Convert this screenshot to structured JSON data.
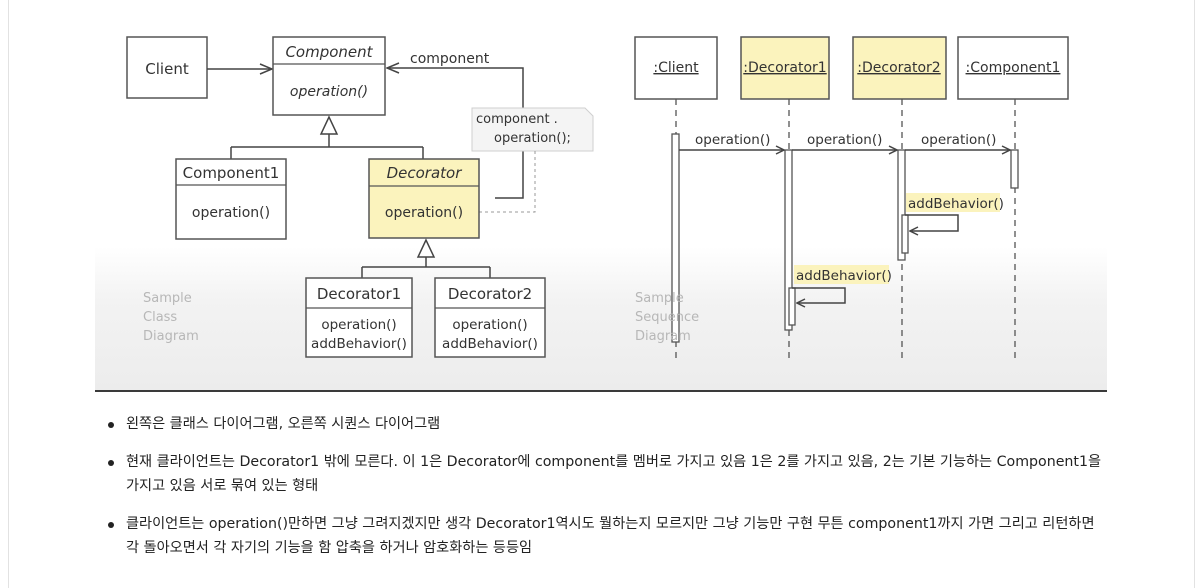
{
  "class_diagram": {
    "client": "Client",
    "component": {
      "name": "Component",
      "operation": "operation()"
    },
    "component_label": "component",
    "note_line1": "component .",
    "note_line2": "operation();",
    "component1": {
      "name": "Component1",
      "operation": "operation()"
    },
    "decorator": {
      "name": "Decorator",
      "operation": "operation()"
    },
    "decorator1": {
      "name": "Decorator1",
      "operation": "operation()",
      "behavior": "addBehavior()"
    },
    "decorator2": {
      "name": "Decorator2",
      "operation": "operation()",
      "behavior": "addBehavior()"
    },
    "watermark": [
      "Sample",
      "Class",
      "Diagram"
    ]
  },
  "sequence_diagram": {
    "lifelines": [
      ":Client",
      ":Decorator1",
      ":Decorator2",
      ":Component1"
    ],
    "messages": [
      "operation()",
      "operation()",
      "operation()"
    ],
    "self_call_d2": "addBehavior()",
    "self_call_d1": "addBehavior()",
    "watermark": [
      "Sample",
      "Sequence",
      "Diagram"
    ]
  },
  "colors": {
    "decorator_fill": "#fbf3bd",
    "highlight_label": "#fbf3bd",
    "border": "#555555"
  },
  "notes": [
    "왼쪽은 클래스 다이어그램, 오른쪽 시퀀스 다이어그램",
    "현재 클라이언트는 Decorator1 밖에 모른다. 이 1은 Decorator에 component를 멤버로 가지고 있음 1은 2를 가지고 있음, 2는 기본 기능하는 Component1을 가지고 있음 서로 묶여 있는 형태",
    "클라이언트는 operation()만하면 그냥 그려지겠지만 생각 Decorator1역시도 뭘하는지 모르지만 그냥 기능만 구현 무튼 component1까지 가면 그리고 리턴하면 각 돌아오면서 각 자기의 기능을 함 압축을 하거나 암호화하는 등등임"
  ]
}
